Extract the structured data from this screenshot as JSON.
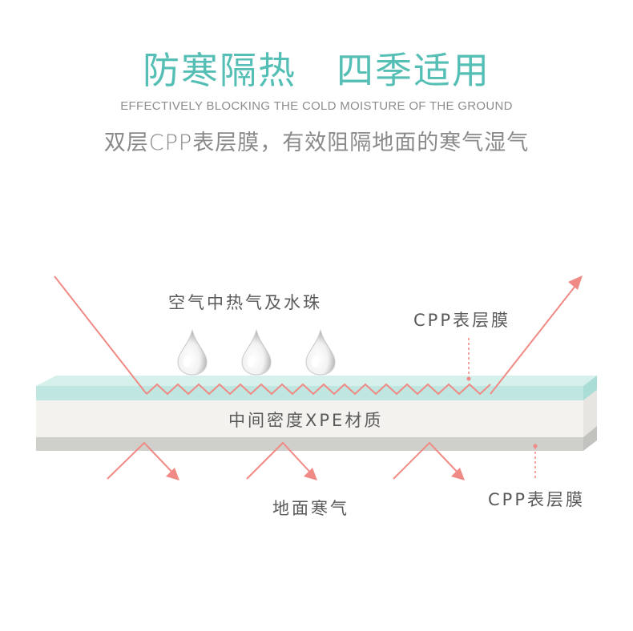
{
  "header": {
    "title_left": "防寒隔热",
    "title_right": "四季适用",
    "subtitle_en": "EFFECTIVELY BLOCKING THE COLD MOISTURE OF THE GROUND",
    "subtitle_cn": "双层CPP表层膜，有效阻隔地面的寒气湿气"
  },
  "diagram": {
    "top_label": "空气中热气及水珠",
    "top_film_label": "CPP表层膜",
    "middle_label": "中间密度XPE材质",
    "bottom_film_label": "CPP表层膜",
    "ground_label": "地面寒气"
  },
  "colors": {
    "accent_teal": "#55bfb5",
    "arrow_salmon": "#f08a84",
    "top_film": "#bfe6e0",
    "middle_layer": "#f3f2ef",
    "bottom_film": "#cfd0cc"
  }
}
